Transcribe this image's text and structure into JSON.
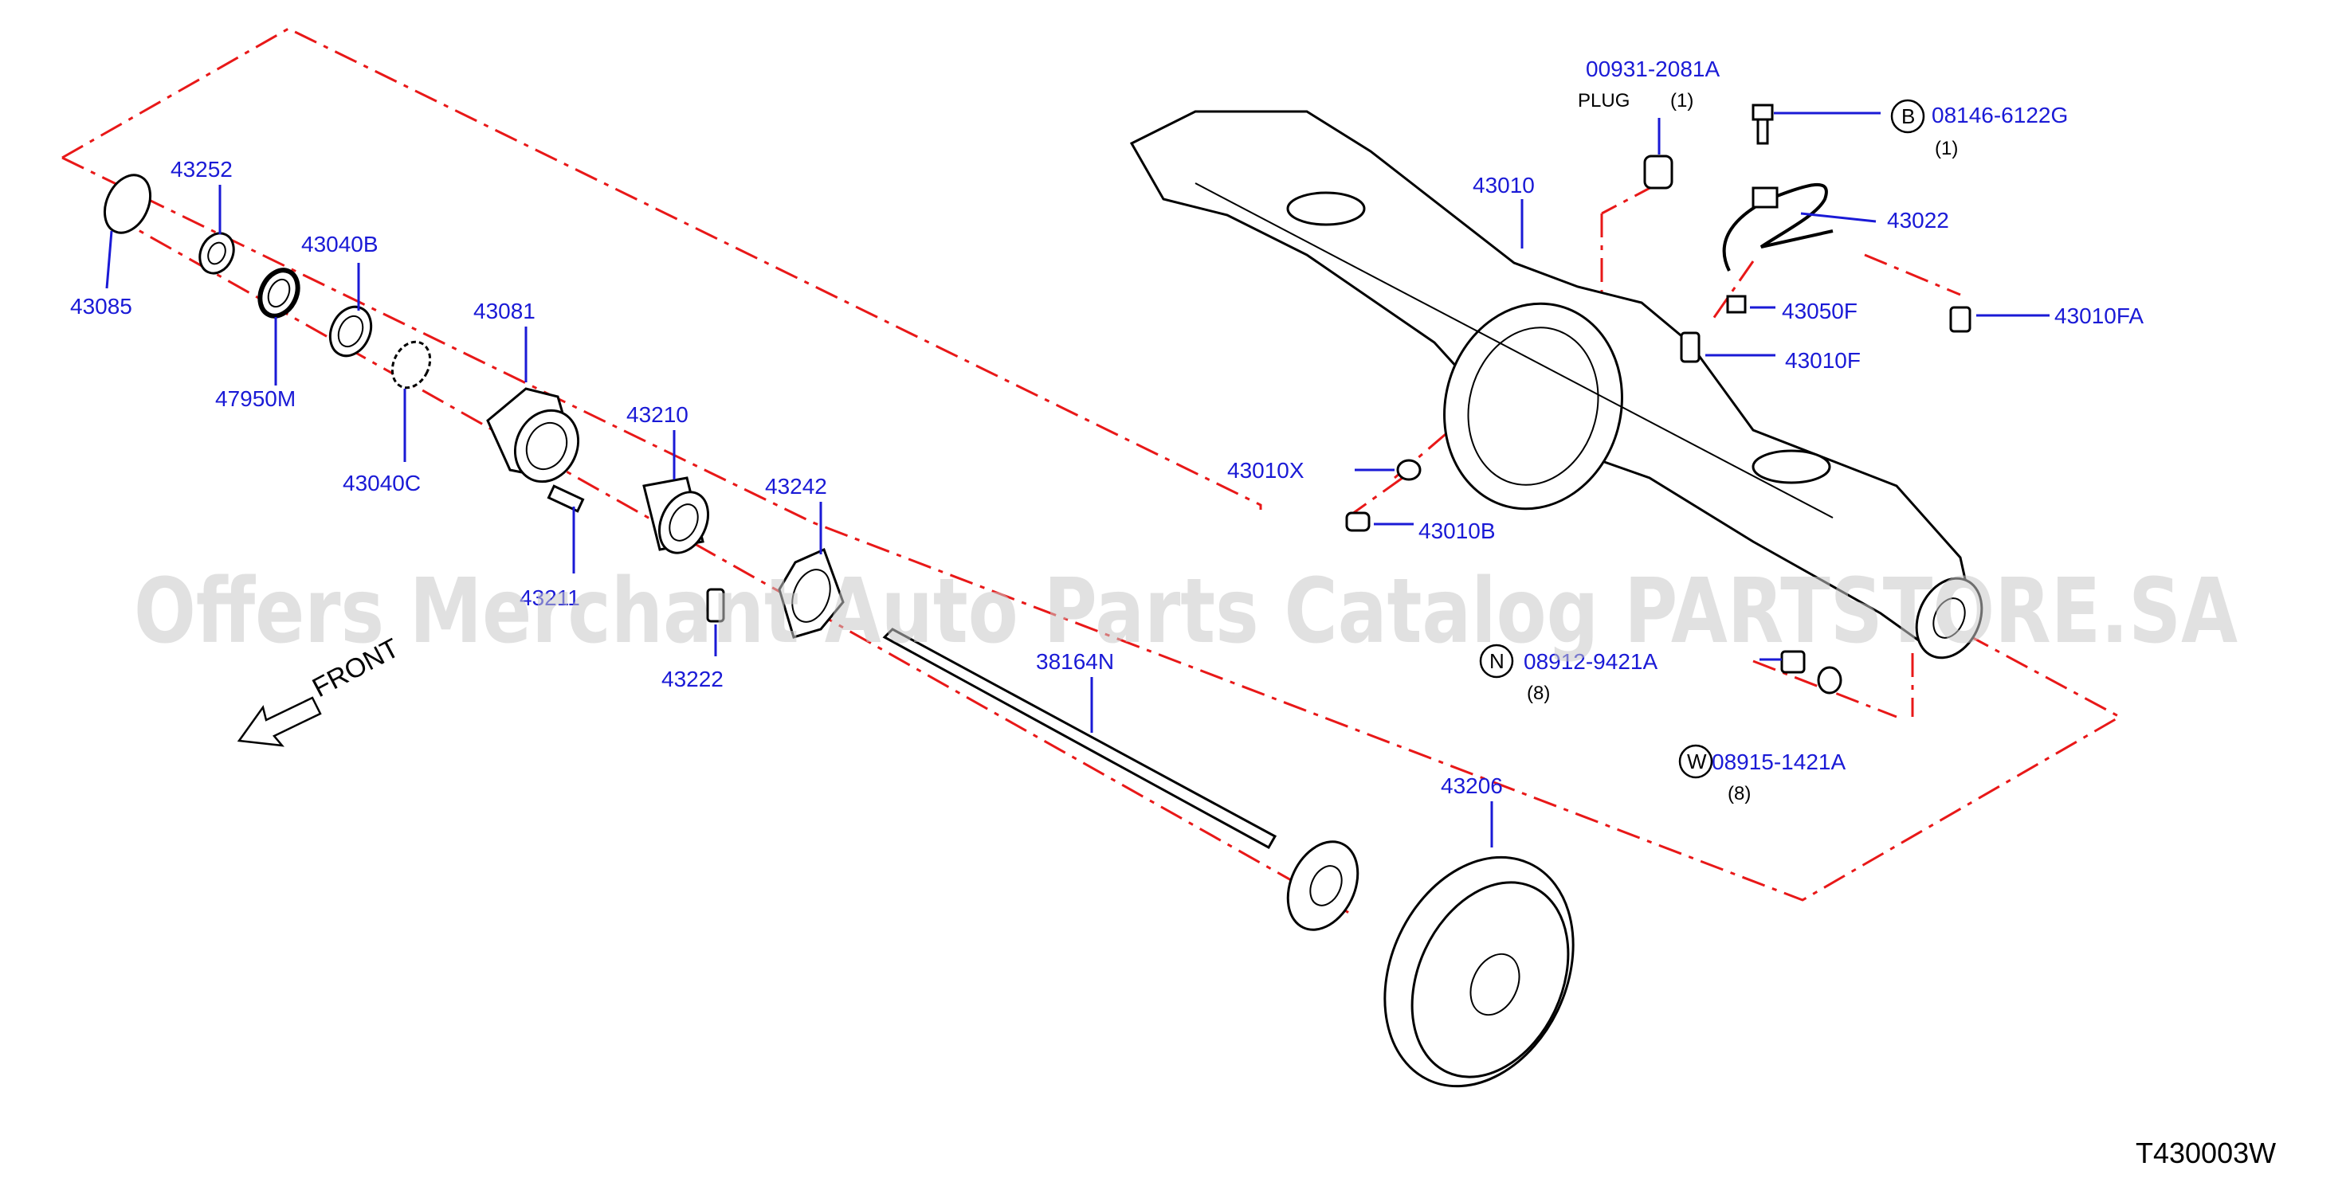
{
  "diagram": {
    "id": "T430003W",
    "watermark": "Offers Merchant Auto Parts Catalog PARTSTORE.SA",
    "front_label": "FRONT",
    "colors": {
      "part_number": "#1a1ad6",
      "phantom_line": "#e81818",
      "outline": "#000000",
      "watermark": "#c8c8c8"
    }
  },
  "labels": {
    "p43085": "43085",
    "p43252": "43252",
    "p47950M": "47950M",
    "p43040B": "43040B",
    "p43040C": "43040C",
    "p43081": "43081",
    "p43210": "43210",
    "p43242": "43242",
    "p43222": "43222",
    "p43211": "43211",
    "p38164N": "38164N",
    "p43206": "43206",
    "p43010": "43010",
    "p00931": "00931-2081A",
    "plug": "PLUG",
    "qty_plug": "(1)",
    "p08146": "08146-6122G",
    "qty_08146": "(1)",
    "p43022": "43022",
    "p43050F": "43050F",
    "p43010FA": "43010FA",
    "p43010F": "43010F",
    "p43010X": "43010X",
    "p43010B": "43010B",
    "p08912": "08912-9421A",
    "qty_08912": "(8)",
    "p08915": "08915-1421A",
    "qty_08915": "(8)"
  },
  "callouts": {
    "B": "B",
    "N": "N",
    "W": "W"
  }
}
